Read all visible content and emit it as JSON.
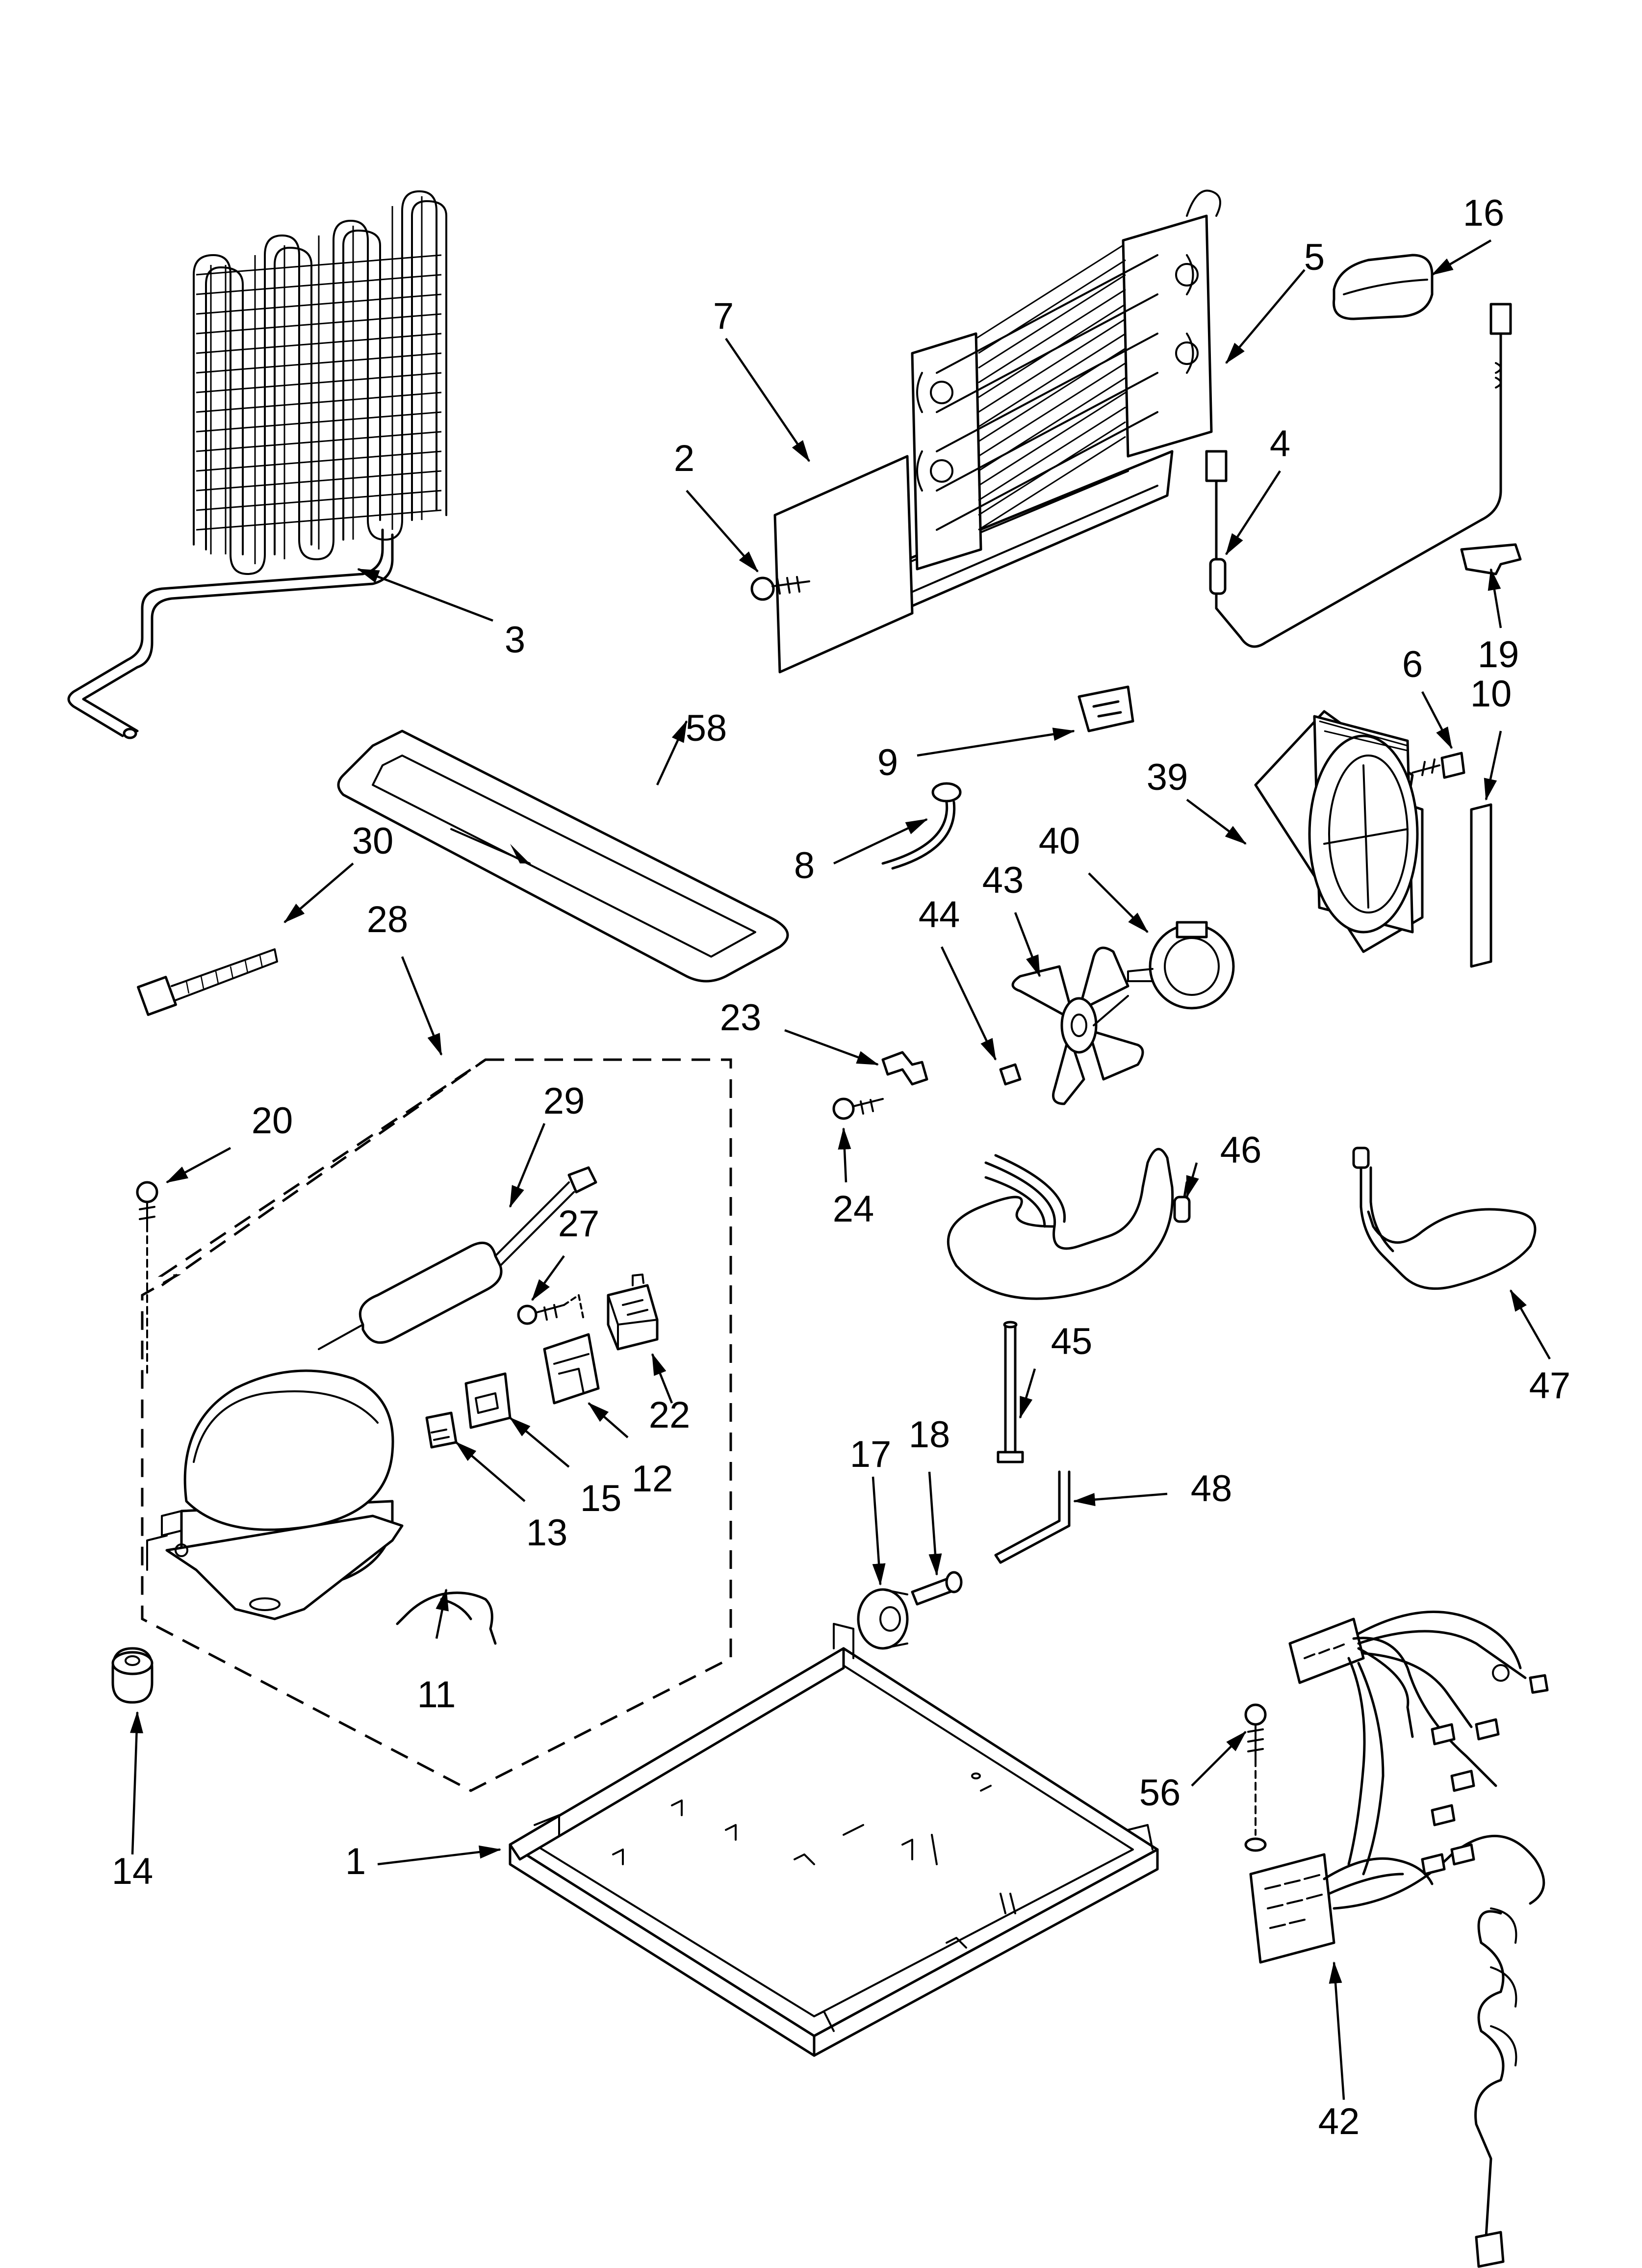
{
  "diagram": {
    "labels": [
      {
        "key": "1",
        "text": "1"
      },
      {
        "key": "2",
        "text": "2"
      },
      {
        "key": "3",
        "text": "3"
      },
      {
        "key": "4",
        "text": "4"
      },
      {
        "key": "5",
        "text": "5"
      },
      {
        "key": "6",
        "text": "6"
      },
      {
        "key": "7",
        "text": "7"
      },
      {
        "key": "8",
        "text": "8"
      },
      {
        "key": "9",
        "text": "9"
      },
      {
        "key": "10",
        "text": "10"
      },
      {
        "key": "11",
        "text": "11"
      },
      {
        "key": "12",
        "text": "12"
      },
      {
        "key": "13",
        "text": "13"
      },
      {
        "key": "14",
        "text": "14"
      },
      {
        "key": "15",
        "text": "15"
      },
      {
        "key": "16",
        "text": "16"
      },
      {
        "key": "17",
        "text": "17"
      },
      {
        "key": "18",
        "text": "18"
      },
      {
        "key": "19",
        "text": "19"
      },
      {
        "key": "20",
        "text": "20"
      },
      {
        "key": "22",
        "text": "22"
      },
      {
        "key": "23",
        "text": "23"
      },
      {
        "key": "24",
        "text": "24"
      },
      {
        "key": "27",
        "text": "27"
      },
      {
        "key": "28",
        "text": "28"
      },
      {
        "key": "29",
        "text": "29"
      },
      {
        "key": "30",
        "text": "30"
      },
      {
        "key": "39",
        "text": "39"
      },
      {
        "key": "40",
        "text": "40"
      },
      {
        "key": "42",
        "text": "42"
      },
      {
        "key": "43",
        "text": "43"
      },
      {
        "key": "44",
        "text": "44"
      },
      {
        "key": "45",
        "text": "45"
      },
      {
        "key": "46",
        "text": "46"
      },
      {
        "key": "47",
        "text": "47"
      },
      {
        "key": "48",
        "text": "48"
      },
      {
        "key": "56",
        "text": "56"
      },
      {
        "key": "58",
        "text": "58"
      }
    ]
  }
}
